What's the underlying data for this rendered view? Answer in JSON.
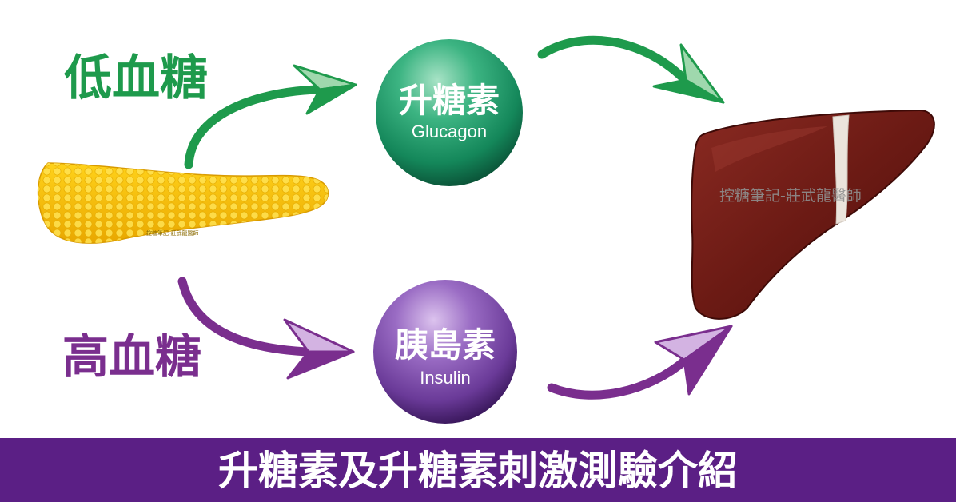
{
  "labels": {
    "low_blood_sugar": "低血糖",
    "high_blood_sugar": "高血糖"
  },
  "glucagon": {
    "title": "升糖素",
    "subtitle": "Glucagon"
  },
  "insulin": {
    "title": "胰島素",
    "subtitle": "Insulin"
  },
  "watermarks": {
    "pancreas": "控糖筆記-莊武龍醫師",
    "liver": "控糖筆記-莊武龍醫師"
  },
  "banner": {
    "title": "升糖素及升糖素刺激測驗介紹"
  },
  "colors": {
    "green": "#1e9a4c",
    "purple": "#7a2e8e",
    "banner": "#5b1f85",
    "pancreas": "#f2b705",
    "liver": "#6b1a14"
  }
}
